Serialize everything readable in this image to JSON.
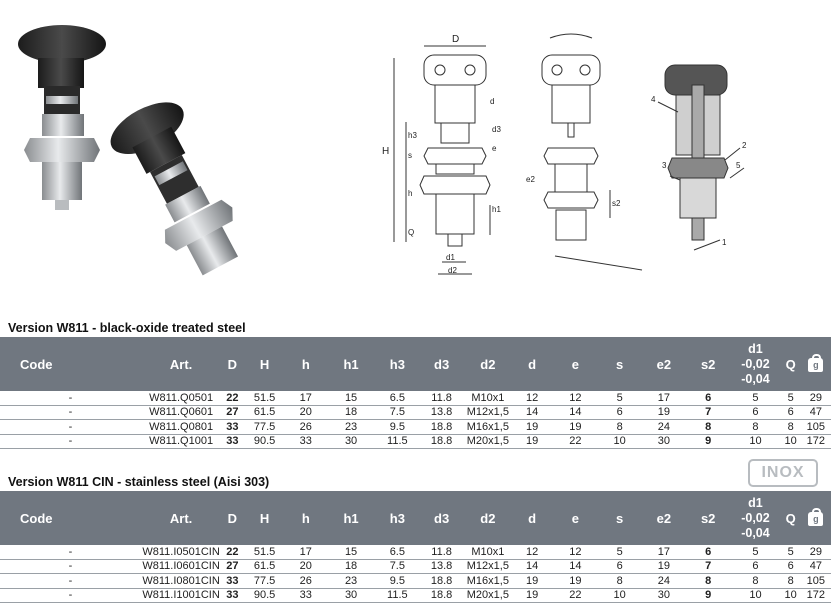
{
  "drawing_labels": {
    "D": "D",
    "H": "H",
    "h3": "h3",
    "s": "s",
    "h": "h",
    "Q": "Q",
    "d": "d",
    "d3": "d3",
    "e": "e",
    "h1": "h1",
    "d1": "d1",
    "d2": "d2",
    "e2": "e2",
    "s2": "s2",
    "p1": "1",
    "p2": "2",
    "p3": "3",
    "p4": "4",
    "p5": "5"
  },
  "columns": {
    "code": "Code",
    "art": "Art.",
    "D": "D",
    "H": "H",
    "h": "h",
    "h1": "h1",
    "h3": "h3",
    "d3": "d3",
    "d2": "d2",
    "d": "d",
    "e": "e",
    "s": "s",
    "e2": "e2",
    "s2": "s2",
    "d1_a": "d1",
    "d1_b": "-0,02",
    "d1_c": "-0,04",
    "Q": "Q",
    "weight": "g"
  },
  "tables": [
    {
      "title": "Version W811 - black-oxide treated steel",
      "rows": [
        {
          "code": "-",
          "art": "W811.Q0501",
          "D": "22",
          "H": "51.5",
          "h": "17",
          "h1": "15",
          "h3": "6.5",
          "d3": "11.8",
          "d2": "M10x1",
          "d": "12",
          "e": "12",
          "s": "5",
          "e2": "17",
          "s2": "6",
          "d1": "5",
          "Q": "5",
          "g": "29"
        },
        {
          "code": "-",
          "art": "W811.Q0601",
          "D": "27",
          "H": "61.5",
          "h": "20",
          "h1": "18",
          "h3": "7.5",
          "d3": "13.8",
          "d2": "M12x1,5",
          "d": "14",
          "e": "14",
          "s": "6",
          "e2": "19",
          "s2": "7",
          "d1": "6",
          "Q": "6",
          "g": "47"
        },
        {
          "code": "-",
          "art": "W811.Q0801",
          "D": "33",
          "H": "77.5",
          "h": "26",
          "h1": "23",
          "h3": "9.5",
          "d3": "18.8",
          "d2": "M16x1,5",
          "d": "19",
          "e": "19",
          "s": "8",
          "e2": "24",
          "s2": "8",
          "d1": "8",
          "Q": "8",
          "g": "105"
        },
        {
          "code": "-",
          "art": "W811.Q1001",
          "D": "33",
          "H": "90.5",
          "h": "33",
          "h1": "30",
          "h3": "11.5",
          "d3": "18.8",
          "d2": "M20x1,5",
          "d": "19",
          "e": "22",
          "s": "10",
          "e2": "30",
          "s2": "9",
          "d1": "10",
          "Q": "10",
          "g": "172"
        }
      ]
    },
    {
      "title": "Version W811 CIN - stainless steel (Aisi 303)",
      "badge": "INOX",
      "rows": [
        {
          "code": "-",
          "art": "W811.I0501CIN",
          "D": "22",
          "H": "51.5",
          "h": "17",
          "h1": "15",
          "h3": "6.5",
          "d3": "11.8",
          "d2": "M10x1",
          "d": "12",
          "e": "12",
          "s": "5",
          "e2": "17",
          "s2": "6",
          "d1": "5",
          "Q": "5",
          "g": "29"
        },
        {
          "code": "-",
          "art": "W811.I0601CIN",
          "D": "27",
          "H": "61.5",
          "h": "20",
          "h1": "18",
          "h3": "7.5",
          "d3": "13.8",
          "d2": "M12x1,5",
          "d": "14",
          "e": "14",
          "s": "6",
          "e2": "19",
          "s2": "7",
          "d1": "6",
          "Q": "6",
          "g": "47"
        },
        {
          "code": "-",
          "art": "W811.I0801CIN",
          "D": "33",
          "H": "77.5",
          "h": "26",
          "h1": "23",
          "h3": "9.5",
          "d3": "18.8",
          "d2": "M16x1,5",
          "d": "19",
          "e": "19",
          "s": "8",
          "e2": "24",
          "s2": "8",
          "d1": "8",
          "Q": "8",
          "g": "105"
        },
        {
          "code": "-",
          "art": "W811.I1001CIN",
          "D": "33",
          "H": "90.5",
          "h": "33",
          "h1": "30",
          "h3": "11.5",
          "d3": "18.8",
          "d2": "M20x1,5",
          "d": "19",
          "e": "22",
          "s": "10",
          "e2": "30",
          "s2": "9",
          "d1": "10",
          "Q": "10",
          "g": "172"
        }
      ]
    }
  ]
}
